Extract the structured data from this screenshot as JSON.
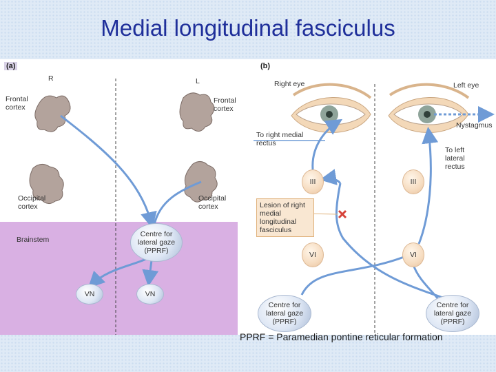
{
  "title": "Medial longitudinal fasciculus",
  "caption": "PPRF = Paramedian pontine reticular formation",
  "colors": {
    "title": "#1f2f9a",
    "brainstem": "#d9b0e3",
    "pathway": "#6f9bd6",
    "lesion": "#d6433a"
  },
  "panel_a": {
    "tag": "(a)",
    "side_right": "R",
    "side_left": "L",
    "frontal_left": "Frontal\ncortex",
    "frontal_right": "Frontal\ncortex",
    "occipital_left": "Occipital\ncortex",
    "occipital_right": "Occipital\ncortex",
    "brainstem": "Brainstem",
    "centre": "Centre for\nlateral gaze\n(PPRF)",
    "vn_left": "VN",
    "vn_right": "VN"
  },
  "panel_b": {
    "tag": "(b)",
    "right_eye": "Right eye",
    "left_eye": "Left eye",
    "nystagmus": "Nystagmus",
    "to_right_medial": "To right medial\nrectus",
    "to_left_lateral": "To left\nlateral\nrectus",
    "iii_left": "III",
    "iii_right": "III",
    "lesion": "Lesion of right\nmedial\nlongitudinal\nfasciculus",
    "vi_left": "VI",
    "vi_right": "VI",
    "centre_left": "Centre for\nlateral gaze\n(PPRF)",
    "centre_right": "Centre for\nlateral gaze\n(PPRF)"
  }
}
